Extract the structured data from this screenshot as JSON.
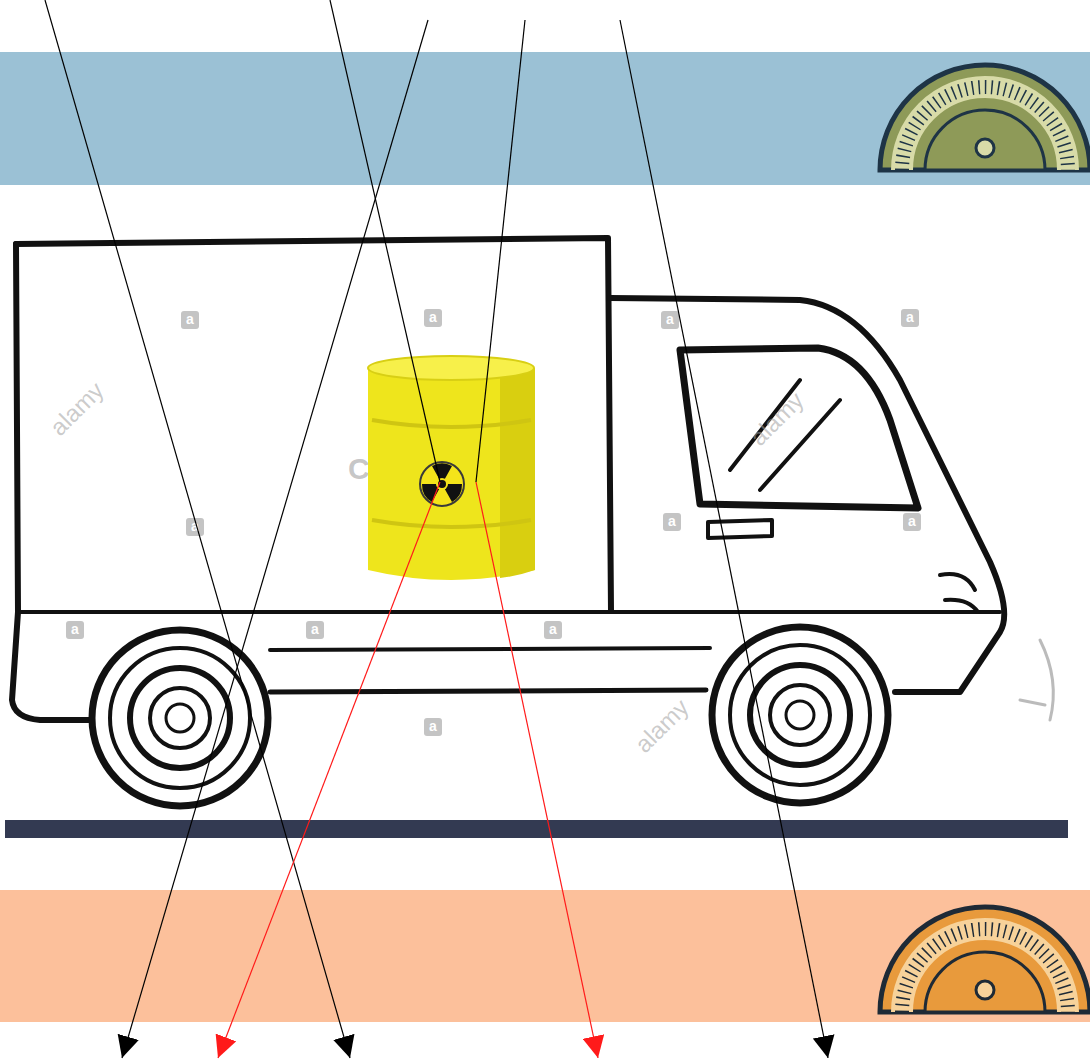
{
  "diagram": {
    "labels": [
      "a",
      "a",
      "a",
      "a",
      "a",
      "a",
      "a",
      "a",
      "a",
      "a",
      "a",
      "alamy",
      "alamy",
      "alamy",
      "Colorbox"
    ]
  }
}
